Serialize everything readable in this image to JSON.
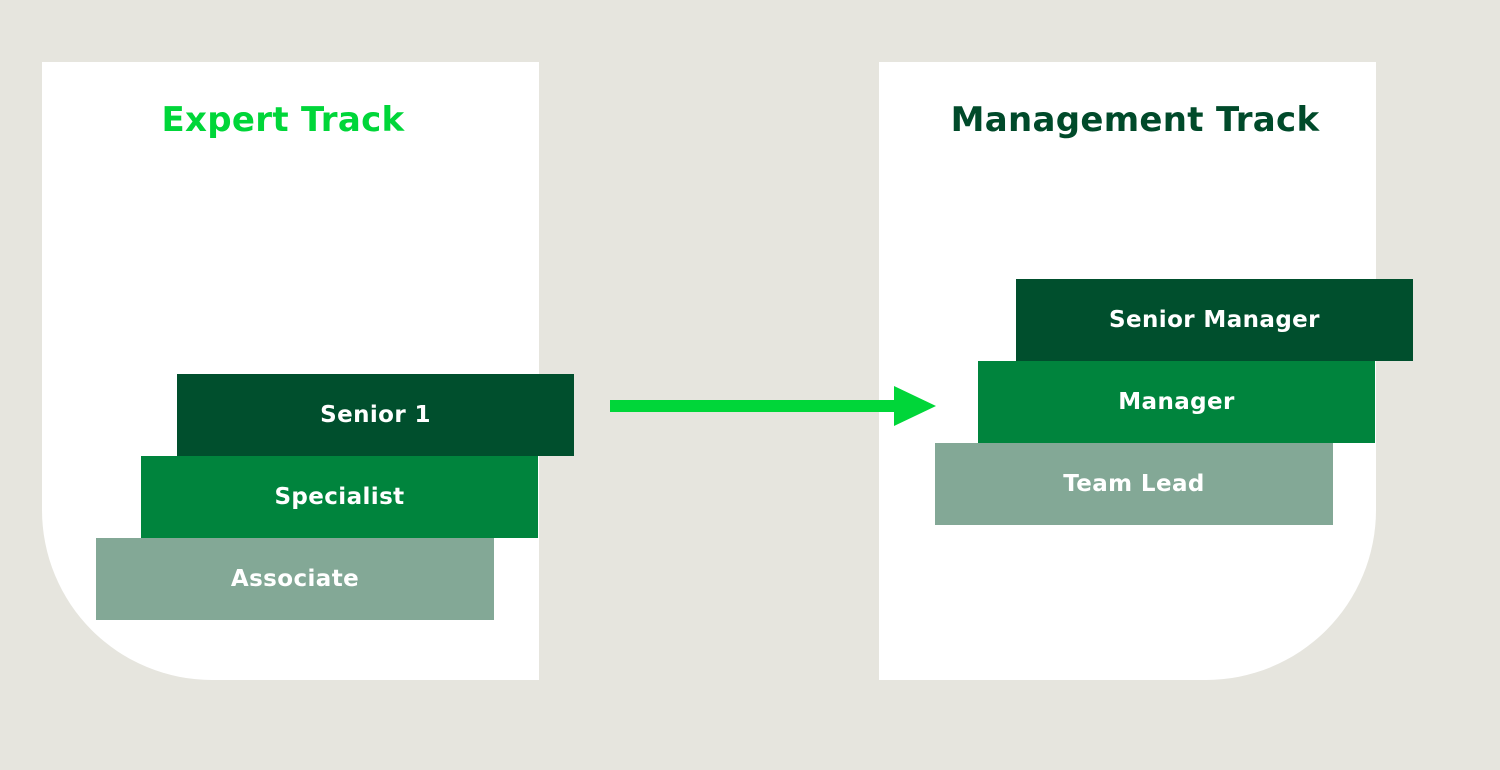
{
  "colors": {
    "background": "#e6e5de",
    "panel": "#ffffff",
    "dark_green": "#004f2d",
    "mid_green": "#00843d",
    "muted_green": "#83a896",
    "bright_green": "#00d639",
    "title_dark": "#004a2a"
  },
  "expert_track": {
    "title": "Expert Track",
    "levels": [
      {
        "label": "Senior 1",
        "color": "#004f2d"
      },
      {
        "label": "Specialist",
        "color": "#00843d"
      },
      {
        "label": "Associate",
        "color": "#83a896"
      }
    ]
  },
  "management_track": {
    "title": "Management Track",
    "levels": [
      {
        "label": "Senior Manager",
        "color": "#004f2d"
      },
      {
        "label": "Manager",
        "color": "#00843d"
      },
      {
        "label": "Team Lead",
        "color": "#83a896"
      }
    ]
  },
  "arrow": {
    "icon": "arrow-right-icon",
    "color": "#00d639"
  }
}
